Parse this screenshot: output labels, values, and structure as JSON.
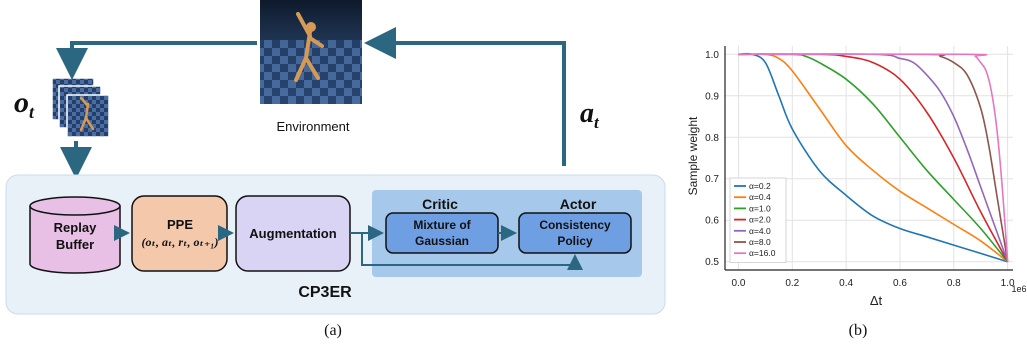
{
  "diagram": {
    "environment_label": "Environment",
    "observation_label": "o",
    "observation_sub": "t",
    "action_label": "a",
    "action_sub": "t",
    "replay_buffer_line1": "Replay",
    "replay_buffer_line2": "Buffer",
    "ppe_title": "PPE",
    "ppe_tuple": "(oₜ, aₜ, rₜ, oₜ₊₁)",
    "augmentation_label": "Augmentation",
    "critic_label": "Critic",
    "actor_label": "Actor",
    "mixture_line1": "Mixture of",
    "mixture_line2": "Gaussian",
    "consistency_line1": "Consistency",
    "consistency_line2": "Policy",
    "framework_label": "CP3ER",
    "caption": "(a)"
  },
  "chart_caption": "(b)",
  "chart_data": {
    "type": "line",
    "xlabel": "Δt",
    "ylabel": "Sample weight",
    "x_scale_note": "1e6",
    "xlim": [
      0,
      1.0
    ],
    "ylim": [
      0.5,
      1.0
    ],
    "xticks": [
      "0.0",
      "0.2",
      "0.4",
      "0.6",
      "0.8",
      "1.0"
    ],
    "yticks": [
      "0.5",
      "0.6",
      "0.7",
      "0.8",
      "0.9",
      "1.0"
    ],
    "grid": true,
    "legend_position": "bottom-left",
    "series": [
      {
        "name": "α=0.2",
        "color": "#1f77b4",
        "x": [
          0,
          0.05,
          0.1,
          0.15,
          0.2,
          0.3,
          0.4,
          0.5,
          0.6,
          0.7,
          0.8,
          0.9,
          1.0
        ],
        "y": [
          1.0,
          1.0,
          0.98,
          0.9,
          0.82,
          0.72,
          0.66,
          0.61,
          0.58,
          0.56,
          0.54,
          0.52,
          0.5
        ]
      },
      {
        "name": "α=0.4",
        "color": "#ff7f0e",
        "x": [
          0,
          0.1,
          0.15,
          0.2,
          0.3,
          0.4,
          0.5,
          0.6,
          0.7,
          0.8,
          0.9,
          1.0
        ],
        "y": [
          1.0,
          1.0,
          0.99,
          0.96,
          0.87,
          0.78,
          0.72,
          0.67,
          0.63,
          0.59,
          0.55,
          0.5
        ]
      },
      {
        "name": "α=1.0",
        "color": "#2ca02c",
        "x": [
          0,
          0.2,
          0.25,
          0.3,
          0.4,
          0.5,
          0.6,
          0.7,
          0.8,
          0.9,
          1.0
        ],
        "y": [
          1.0,
          1.0,
          0.995,
          0.98,
          0.94,
          0.88,
          0.8,
          0.72,
          0.65,
          0.58,
          0.5
        ]
      },
      {
        "name": "α=2.0",
        "color": "#d62728",
        "x": [
          0,
          0.3,
          0.4,
          0.5,
          0.6,
          0.7,
          0.8,
          0.9,
          1.0
        ],
        "y": [
          1.0,
          1.0,
          0.995,
          0.98,
          0.94,
          0.86,
          0.75,
          0.62,
          0.5
        ]
      },
      {
        "name": "α=4.0",
        "color": "#9467bd",
        "x": [
          0,
          0.5,
          0.6,
          0.65,
          0.7,
          0.75,
          0.8,
          0.85,
          0.9,
          0.95,
          1.0
        ],
        "y": [
          1.0,
          1.0,
          0.99,
          0.98,
          0.95,
          0.91,
          0.85,
          0.77,
          0.68,
          0.59,
          0.5
        ]
      },
      {
        "name": "α=8.0",
        "color": "#8c564b",
        "x": [
          0,
          0.7,
          0.75,
          0.8,
          0.85,
          0.9,
          0.93,
          0.96,
          1.0
        ],
        "y": [
          1.0,
          1.0,
          0.995,
          0.98,
          0.95,
          0.87,
          0.78,
          0.66,
          0.5
        ]
      },
      {
        "name": "α=16.0",
        "color": "#e377c2",
        "x": [
          0,
          0.85,
          0.88,
          0.9,
          0.92,
          0.94,
          0.96,
          0.98,
          1.0
        ],
        "y": [
          1.0,
          1.0,
          0.995,
          0.98,
          0.96,
          0.91,
          0.82,
          0.68,
          0.5
        ]
      }
    ]
  },
  "colors": {
    "arrow": "#2b6781",
    "panel_bg": "#e8f1f8",
    "replay_fill": "#e9c0e5",
    "ppe_fill": "#f3c8ab",
    "aug_fill": "#d9d4f4",
    "critic_actor_panel": "#a6c8ea",
    "module_fill": "#6f9fe3"
  }
}
